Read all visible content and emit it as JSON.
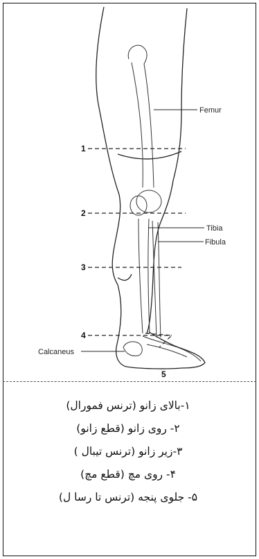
{
  "figure": {
    "bone_labels": {
      "femur": "Femur",
      "tibia": "Tibia",
      "fibula": "Fibula",
      "calcaneus": "Calcaneus"
    },
    "level_numbers": [
      "1",
      "2",
      "3",
      "4",
      "5"
    ]
  },
  "legend": {
    "items": [
      "١-بالای زانو (ترنس فمورال)",
      "٢- روی زانو (قطع زانو)",
      "٣-زیر زانو (ترنس تیبال )",
      "۴- روی مچ (قطع مچ)",
      "۵- جلوی پنجه (ترنس   تا رسا ل)"
    ]
  }
}
